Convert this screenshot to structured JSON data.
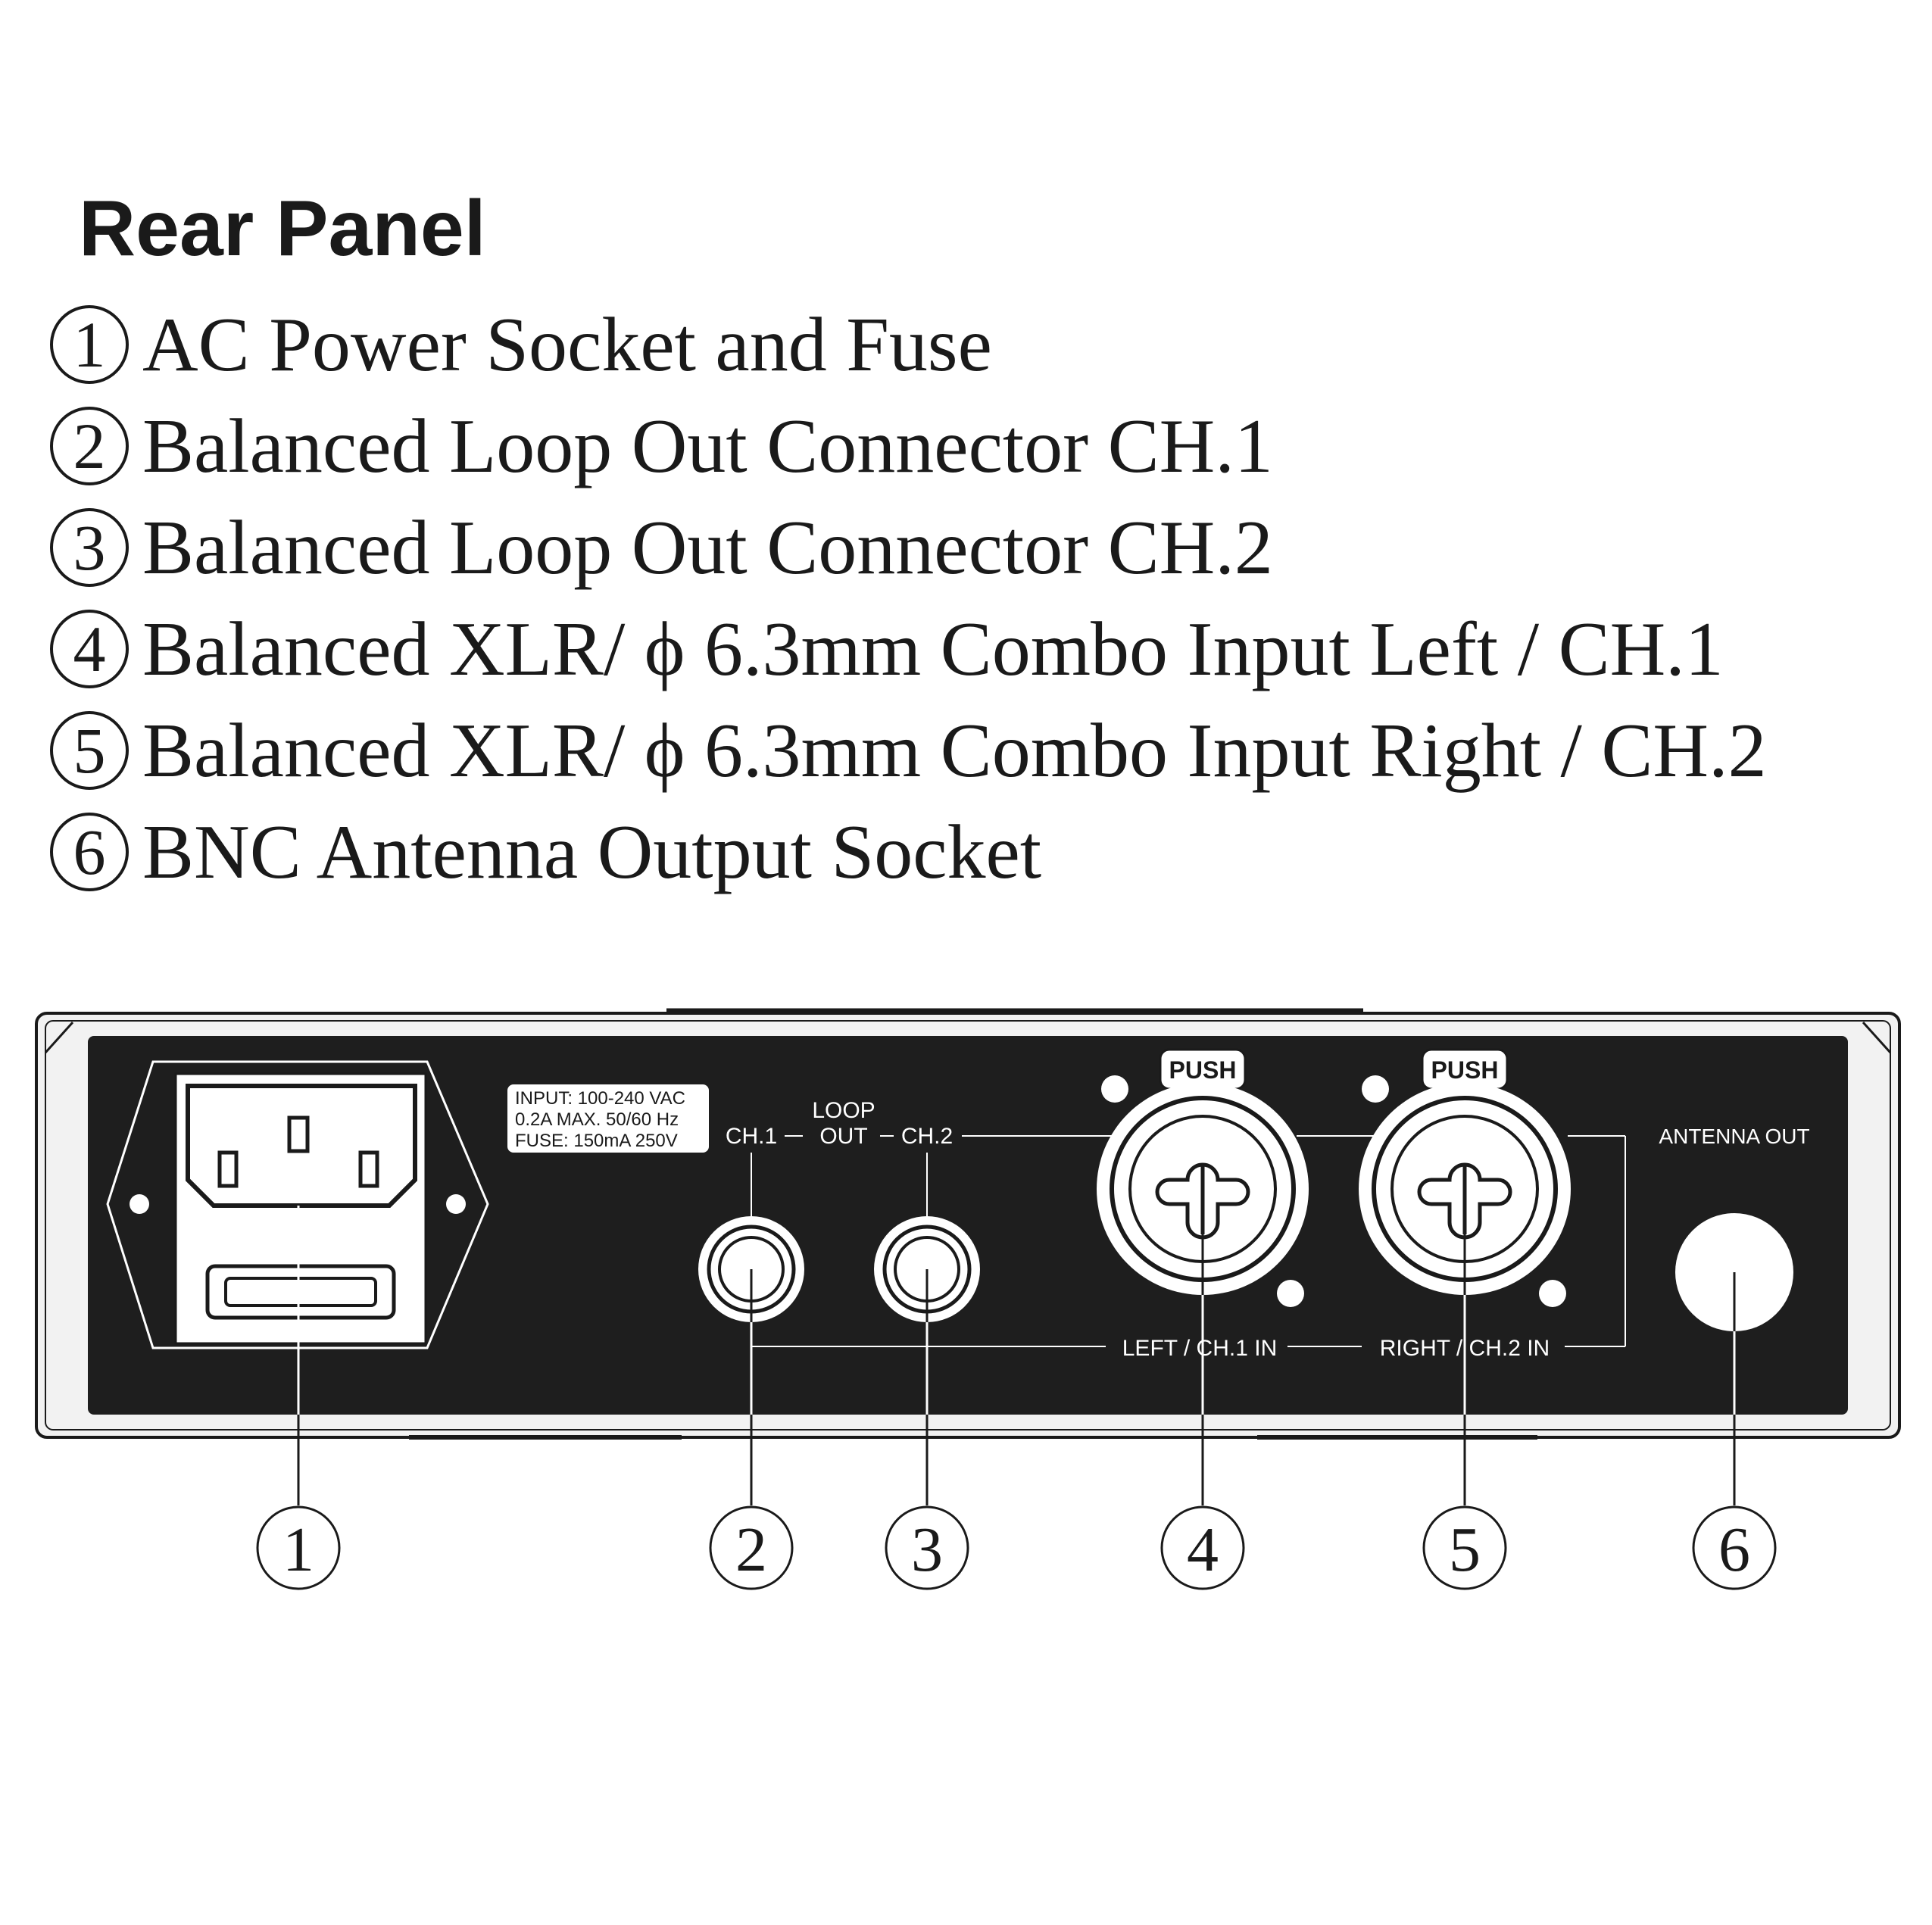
{
  "title": "Rear Panel",
  "legend": [
    {
      "num": "1",
      "label": "AC Power Socket and Fuse"
    },
    {
      "num": "2",
      "label": "Balanced Loop Out Connector CH.1"
    },
    {
      "num": "3",
      "label": "Balanced Loop Out Connector CH.2"
    },
    {
      "num": "4",
      "label": "Balanced XLR/ ϕ 6.3mm Combo Input Left / CH.1"
    },
    {
      "num": "5",
      "label": "Balanced XLR/ ϕ 6.3mm Combo Input Right / CH.2"
    },
    {
      "num": "6",
      "label": "BNC Antenna Output Socket"
    }
  ],
  "panel": {
    "power_label": [
      "INPUT: 100-240 VAC",
      "0.2A MAX. 50/60 Hz",
      "FUSE: 150mA 250V"
    ],
    "loop_out": {
      "line1": "LOOP",
      "line2": "OUT",
      "ch1": "CH.1",
      "ch2": "CH.2"
    },
    "push": "PUSH",
    "left_in": "LEFT / CH.1 IN",
    "right_in": "RIGHT / CH.2 IN",
    "antenna_out": "ANTENNA OUT"
  },
  "colors": {
    "ink": "#1a1a1a",
    "panel": "#1e1e1e",
    "frame": "#f2f2f2",
    "white": "#ffffff"
  }
}
